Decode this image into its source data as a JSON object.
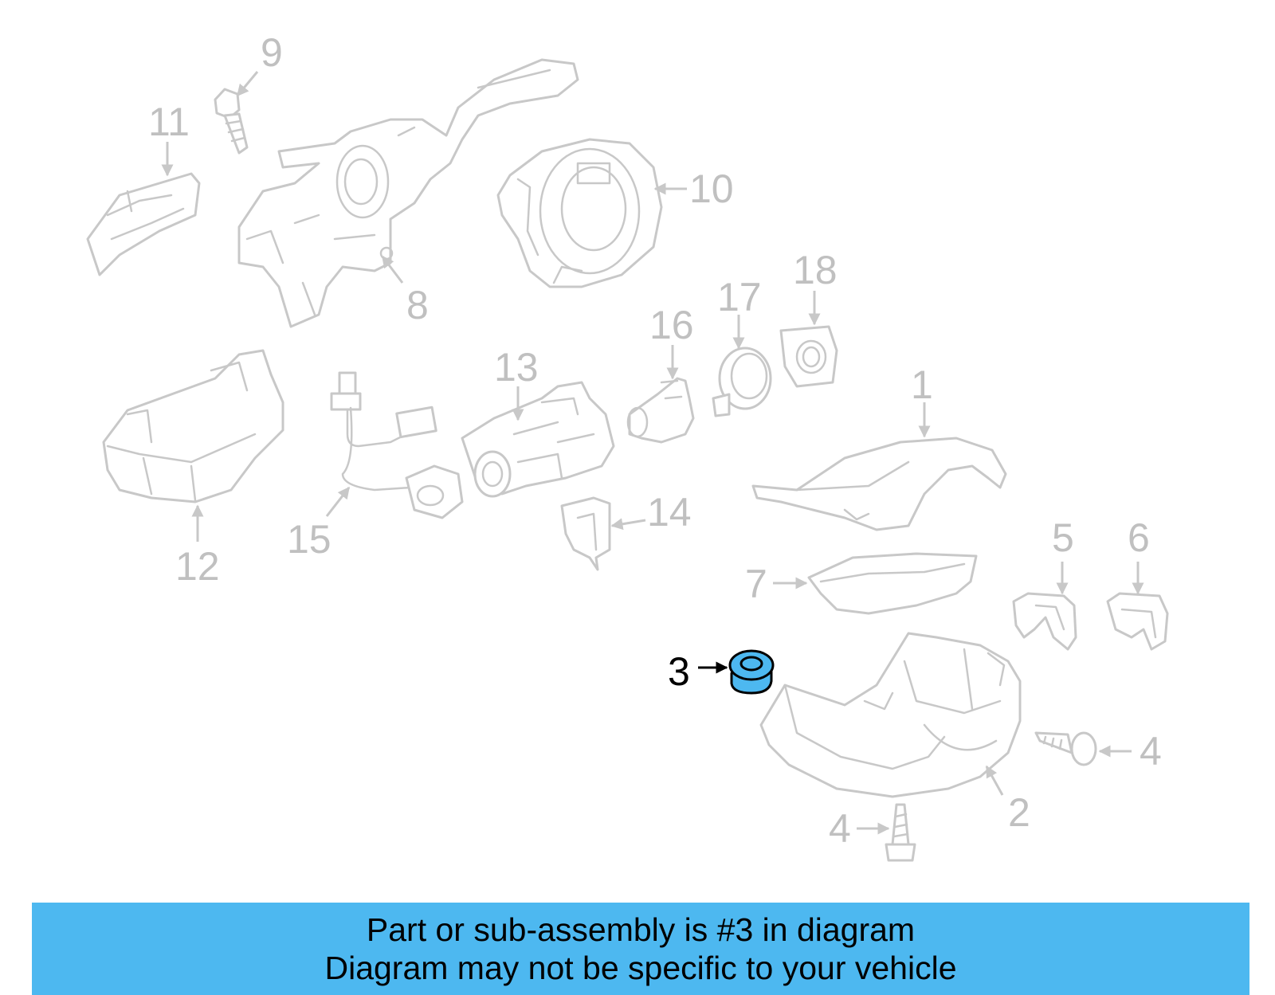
{
  "callouts": {
    "c1": "1",
    "c2": "2",
    "c3": "3",
    "c4a": "4",
    "c4b": "4",
    "c5": "5",
    "c6": "6",
    "c7": "7",
    "c8": "8",
    "c9": "9",
    "c10": "10",
    "c11": "11",
    "c12": "12",
    "c13": "13",
    "c14": "14",
    "c15": "15",
    "c16": "16",
    "c17": "17",
    "c18": "18"
  },
  "highlight": {
    "part_number": "3",
    "color": "#4db8f0"
  },
  "banner": {
    "line1": "Part or sub-assembly is #3 in diagram",
    "line2": "Diagram may not be specific to your vehicle",
    "color": "#4db8f0"
  }
}
